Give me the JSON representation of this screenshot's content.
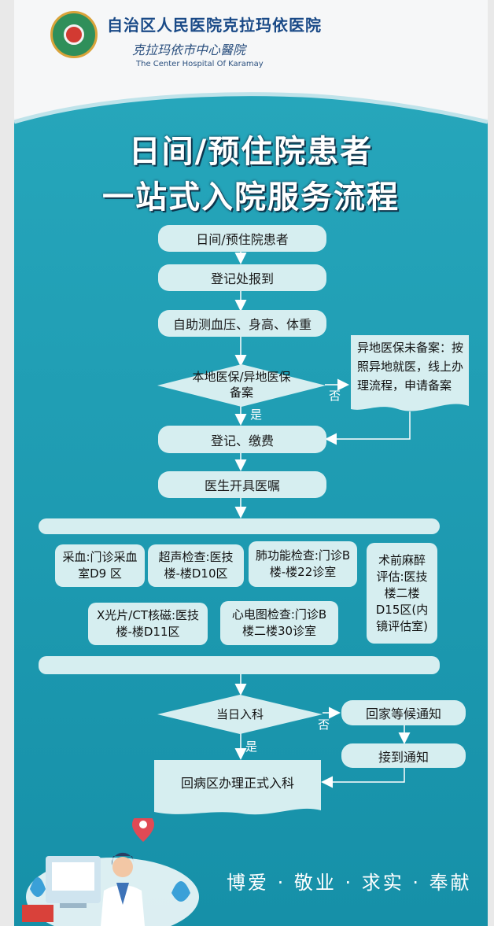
{
  "header": {
    "hospital_name_cn": "自治区人民医院克拉玛依医院",
    "hospital_name_script": "克拉玛依市中心醫院",
    "hospital_name_en": "The Center Hospital Of Karamay"
  },
  "title": {
    "line1": "日间/预住院患者",
    "line2": "一站式入院服务流程"
  },
  "flow": {
    "start": "日间/预住院患者",
    "register": "登记处报到",
    "vitals": "自助测血压、身高、体重",
    "insurance_decision": "本地医保/异地医保备案",
    "no_label": "否",
    "yes_label": "是",
    "remote_note": "异地医保未备案：按照异地就医，线上办理流程，申请备案",
    "pay": "登记、缴费",
    "orders": "医生开具医嘱",
    "exams": {
      "blood": "采血:门诊采血室D9 区",
      "ultrasound": "超声检查:医技楼-楼D10区",
      "lung": "肺功能检查:门诊B楼-楼22诊室",
      "anesthesia": "术前麻醉评估:医技楼二楼D15区(内镜评估室)",
      "xray": "X光片/CT核磁:医技楼-楼D11区",
      "ecg": "心电图检查:门诊B楼二楼30诊室"
    },
    "same_day_decision": "当日入科",
    "wait_home": "回家等候通知",
    "notified": "接到通知",
    "admit": "回病区办理正式入科"
  },
  "slogan": "博爱 · 敬业 · 求实 · 奉献",
  "colors": {
    "background_teal": "#1b9ab0",
    "box_fill": "#d6eef0",
    "title_text": "#ffffff",
    "header_text": "#1a4a87"
  }
}
